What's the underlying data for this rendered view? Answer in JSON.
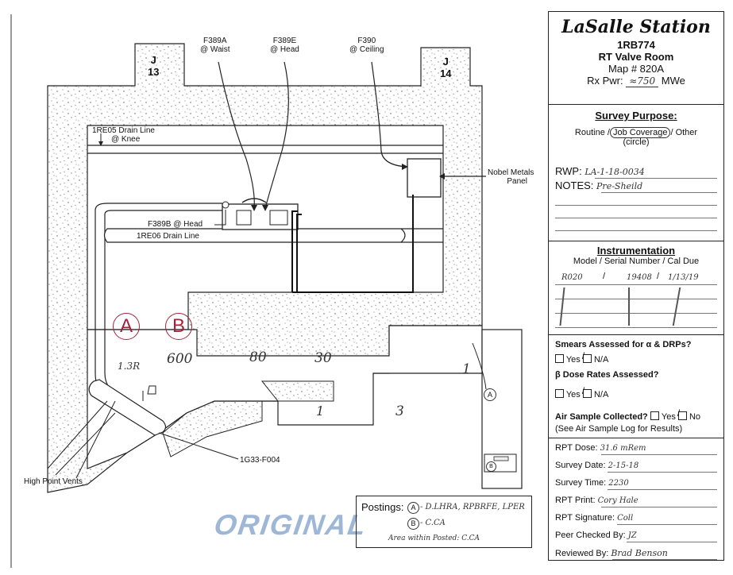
{
  "map": {
    "columns": [
      {
        "letter": "J",
        "number": "13"
      },
      {
        "letter": "J",
        "number": "14"
      }
    ],
    "labels": {
      "f389a": [
        "F389A",
        "@ Waist"
      ],
      "f389e": [
        "F389E",
        "@ Head"
      ],
      "f390": [
        "F390",
        "@ Ceiling"
      ],
      "re05": [
        "1RE05 Drain Line",
        "@ Knee"
      ],
      "nobel": [
        "Nobel Metals",
        "Panel"
      ],
      "f389b": "F389B @ Head",
      "re06": "1RE06 Drain Line",
      "hpv": "High Point Vents",
      "g33": "1G33-F004",
      "original": "ORIGINAL"
    },
    "circle_markers": [
      "A",
      "B"
    ],
    "handwritten": {
      "r13": "1.3R",
      "v600": "600",
      "v80": "80",
      "v30": "30",
      "v1a": "1",
      "v1b": "1",
      "v3": "3",
      "small_a": "A",
      "small_b": "B"
    },
    "postings": {
      "title": "Postings:",
      "a_marker": "A",
      "a_text": "- D.LHRA, RPBRFE, LPER",
      "b_marker": "B",
      "b_text": "- C.CA",
      "area_text": "Area within Posted: C.CA"
    }
  },
  "panel": {
    "title": "LaSalle Station",
    "code": "1RB774",
    "room": "RT Valve Room",
    "map_number": "Map # 820A",
    "rx_pwr_label": "Rx Pwr:",
    "rx_pwr_value": "≈750",
    "rx_pwr_unit": "MWe",
    "survey_purpose": {
      "heading": "Survey Purpose:",
      "options_pre": "Routine /",
      "options_circled": "Job Coverage",
      "options_post": "/ Other",
      "circle_note": "(circle)",
      "rwp_label": "RWP:",
      "rwp_value": "LA-1-18-0034",
      "notes_label": "NOTES:",
      "notes_value": "Pre-Sheild"
    },
    "instrumentation": {
      "heading": "Instrumentation",
      "sub": "Model / Serial Number / Cal Due",
      "model": "R020",
      "serial": "19408",
      "cal_due": "1/13/19"
    },
    "assessments": {
      "smears_q": "Smears Assessed for α & DRPs?",
      "smears_yes": "Yes",
      "smears_na": "N/A",
      "beta_q": "β Dose Rates Assessed?",
      "beta_yes": "Yes",
      "beta_na": "N/A",
      "air_q": "Air Sample Collected?",
      "air_yes": "Yes",
      "air_no": "No",
      "air_note": "(See Air Sample Log for Results)"
    },
    "records": [
      {
        "label": "RPT Dose:",
        "value": "31.6 mRem"
      },
      {
        "label": "Survey Date:",
        "value": "2-15-18"
      },
      {
        "label": "Survey Time:",
        "value": "2230"
      },
      {
        "label": "RPT Print:",
        "value": "Cory Hale"
      },
      {
        "label": "RPT Signature:",
        "value": "Coll"
      },
      {
        "label": "Peer Checked By:",
        "value": "JZ"
      },
      {
        "label": "Reviewed By:",
        "value": "Brad Benson"
      }
    ]
  }
}
